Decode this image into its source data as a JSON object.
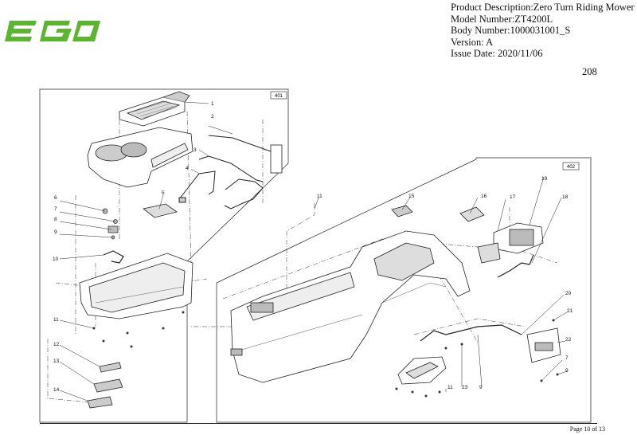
{
  "brand": {
    "logo_text": "EGO",
    "color": "#5cb531"
  },
  "header": {
    "product_description": "Product Description:Zero Turn Riding Mower",
    "model_number": "Model Number:ZT4200L",
    "body_number": "Body Number:1000031001_S",
    "version": "Version: A",
    "issue_date": "Issue Date: 2020/11/06"
  },
  "diagram_page_number": "208",
  "assemblies": [
    {
      "id": "401"
    },
    {
      "id": "402"
    }
  ],
  "callouts": {
    "c1": "1",
    "c2": "2",
    "c3": "3",
    "c4": "4",
    "c5": "5",
    "c6": "6",
    "c7": "7",
    "c8": "8",
    "c9": "9",
    "c10": "10",
    "c11a": "11",
    "c11b": "11",
    "c11c": "11",
    "c12": "12",
    "c13": "13",
    "c14": "14",
    "c15": "15",
    "c16": "16",
    "c17": "17",
    "c18": "18",
    "c19": "19",
    "c20": "20",
    "c21": "21",
    "c22": "22",
    "c7b": "7",
    "c9b": "9",
    "c9c": "9",
    "c23": "23"
  },
  "footer": {
    "page": "Page 10 of 13"
  }
}
